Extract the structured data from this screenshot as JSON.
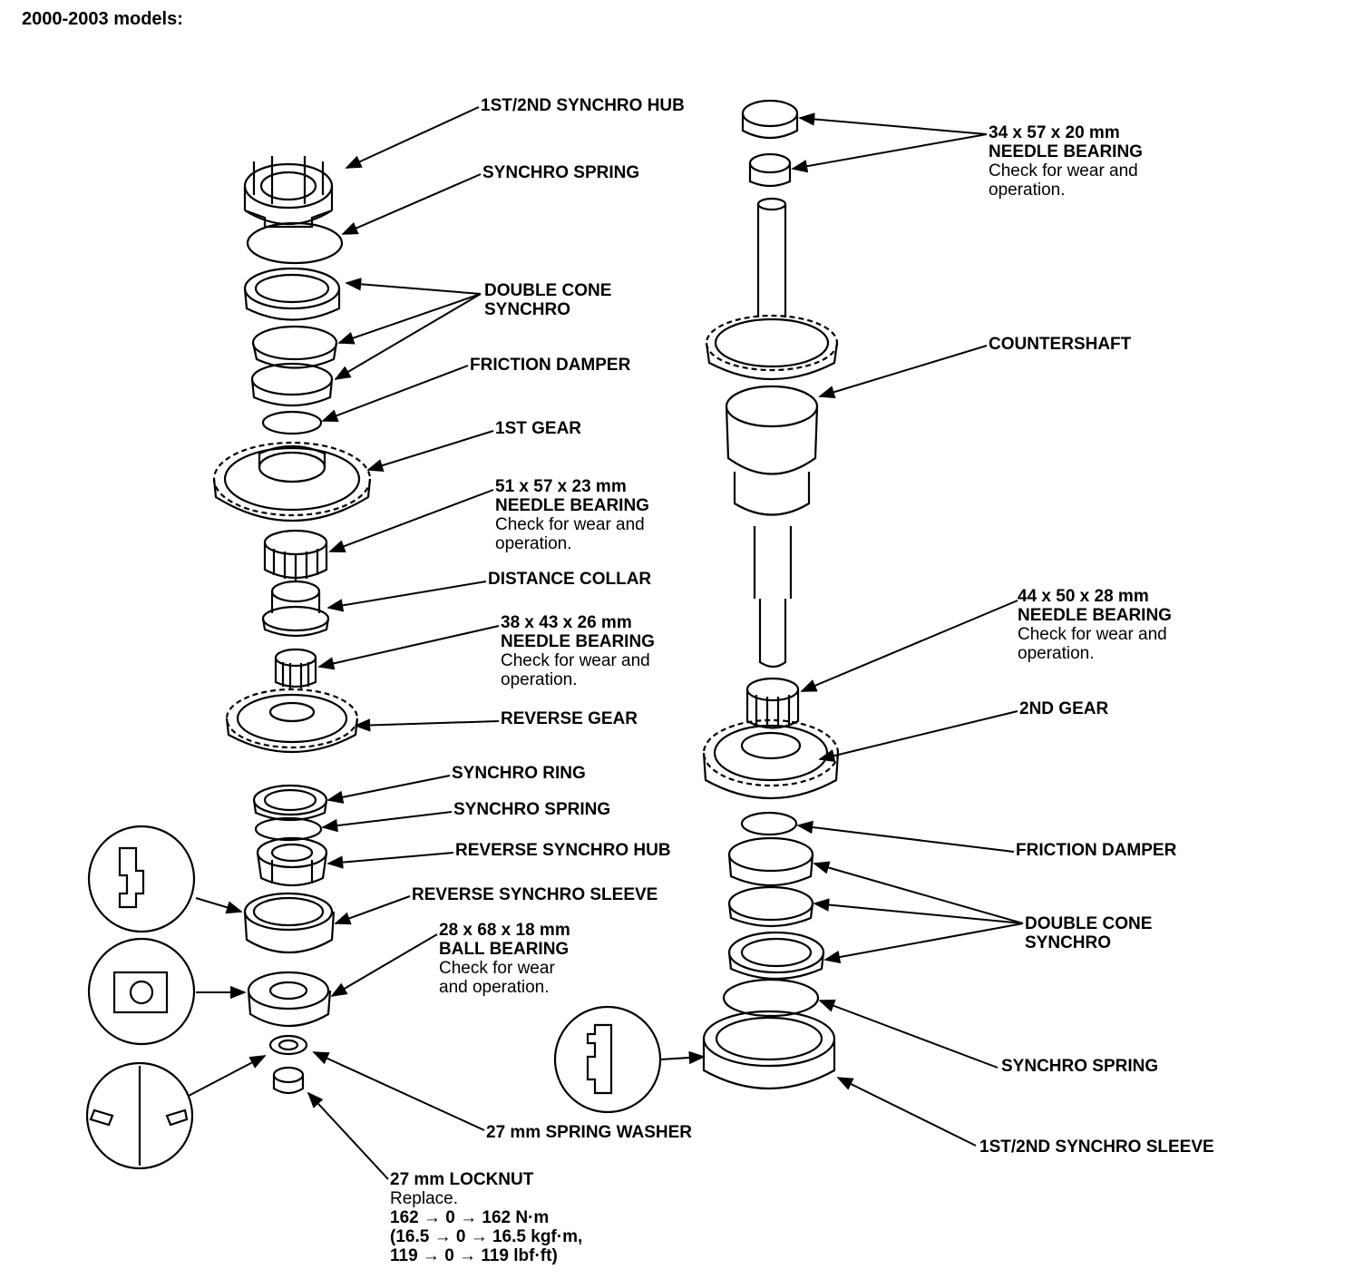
{
  "page_title": "2000-2003 models:",
  "mainshaft": {
    "hub_12": "1ST/2ND SYNCHRO HUB",
    "spring_1": "SYNCHRO SPRING",
    "double_cone": "DOUBLE CONE",
    "double_cone_2": "SYNCHRO",
    "friction_damper": "FRICTION DAMPER",
    "first_gear": "1ST GEAR",
    "nb51": "51 x 57 x 23 mm",
    "nb51_t": "NEEDLE BEARING",
    "nb51_n1": "Check for wear and",
    "nb51_n2": "operation.",
    "distance_collar": "DISTANCE COLLAR",
    "nb38": "38 x 43 x 26 mm",
    "nb38_t": "NEEDLE BEARING",
    "nb38_n1": "Check for wear and",
    "nb38_n2": "operation.",
    "reverse_gear": "REVERSE GEAR",
    "synchro_ring": "SYNCHRO RING",
    "spring_2": "SYNCHRO SPRING",
    "rev_hub": "REVERSE SYNCHRO HUB",
    "rev_sleeve": "REVERSE SYNCHRO SLEEVE",
    "bb28": "28 x 68 x 18 mm",
    "bb28_t": "BALL BEARING",
    "bb28_n1": "Check for wear",
    "bb28_n2": "and operation.",
    "washer": "27 mm SPRING WASHER",
    "locknut": "27 mm LOCKNUT",
    "locknut_n1": "Replace.",
    "locknut_n2": "162 → 0 → 162 N·m",
    "locknut_n3": "(16.5 → 0 → 16.5 kgf·m,",
    "locknut_n4": "119 → 0 → 119 lbf·ft)"
  },
  "countershaft": {
    "nb34": "34 x 57 x 20 mm",
    "nb34_t": "NEEDLE BEARING",
    "nb34_n1": "Check for wear and",
    "nb34_n2": "operation.",
    "countershaft": "COUNTERSHAFT",
    "nb44": "44 x 50 x 28 mm",
    "nb44_t": "NEEDLE BEARING",
    "nb44_n1": "Check for wear and",
    "nb44_n2": "operation.",
    "second_gear": "2ND GEAR",
    "friction_damper": "FRICTION DAMPER",
    "double_cone": "DOUBLE CONE",
    "double_cone_2": "SYNCHRO",
    "spring": "SYNCHRO SPRING",
    "sleeve_12": "1ST/2ND SYNCHRO SLEEVE"
  }
}
